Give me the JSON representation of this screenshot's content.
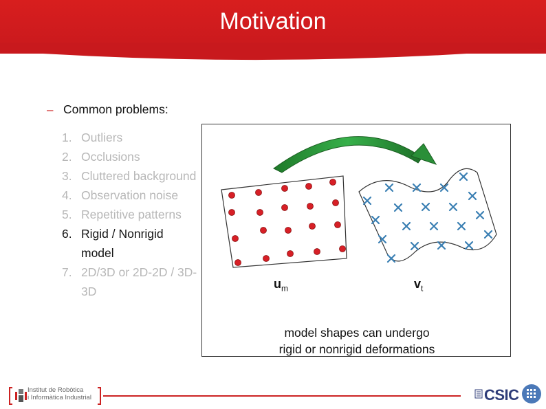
{
  "header": {
    "title": "Motivation"
  },
  "bullet": {
    "marker": "–",
    "text": "Common problems:"
  },
  "problems": [
    {
      "num": "1.",
      "text": "Outliers",
      "state": "faded"
    },
    {
      "num": "2.",
      "text": "Occlusions",
      "state": "faded"
    },
    {
      "num": "3.",
      "text": "Cluttered background",
      "state": "faded"
    },
    {
      "num": "4.",
      "text": "Observation noise",
      "state": "faded"
    },
    {
      "num": "5.",
      "text": "Repetitive patterns",
      "state": "faded"
    },
    {
      "num": "6.",
      "text": "Rigid / Nonrigid model",
      "state": "active"
    },
    {
      "num": "7.",
      "text": "2D/3D or 2D-2D / 3D-3D",
      "state": "faded"
    }
  ],
  "figure": {
    "label_model": {
      "main": "u",
      "sub": "m"
    },
    "label_target": {
      "main": "v",
      "sub": "t"
    },
    "caption_line1": "model shapes can undergo",
    "caption_line2": "rigid or nonrigid deformations",
    "colors": {
      "points": "#d71f26",
      "crosses": "#3a7fb3",
      "arrow": "#2f9e3a"
    }
  },
  "footer": {
    "institute_line1": "Institut de Robòtica",
    "institute_line2": "i Informàtica Industrial",
    "institute_initials": "IRI",
    "csic": "CSIC"
  },
  "colors": {
    "header": "#cc1f21",
    "accent_red": "#cc2222"
  }
}
